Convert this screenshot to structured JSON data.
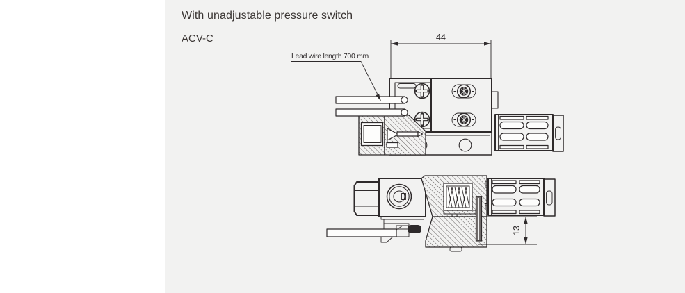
{
  "header": {
    "title": "With unadjustable pressure switch",
    "model": "ACV-C"
  },
  "drawing": {
    "lead_wire_label": "Lead wire length 700 mm",
    "dimensions": {
      "body_width_mm": "44",
      "switch_height_mm": "13"
    }
  },
  "colors": {
    "panel_background": "#f2f2f1",
    "line": "#2e2a2b",
    "text": "#3b3634"
  }
}
